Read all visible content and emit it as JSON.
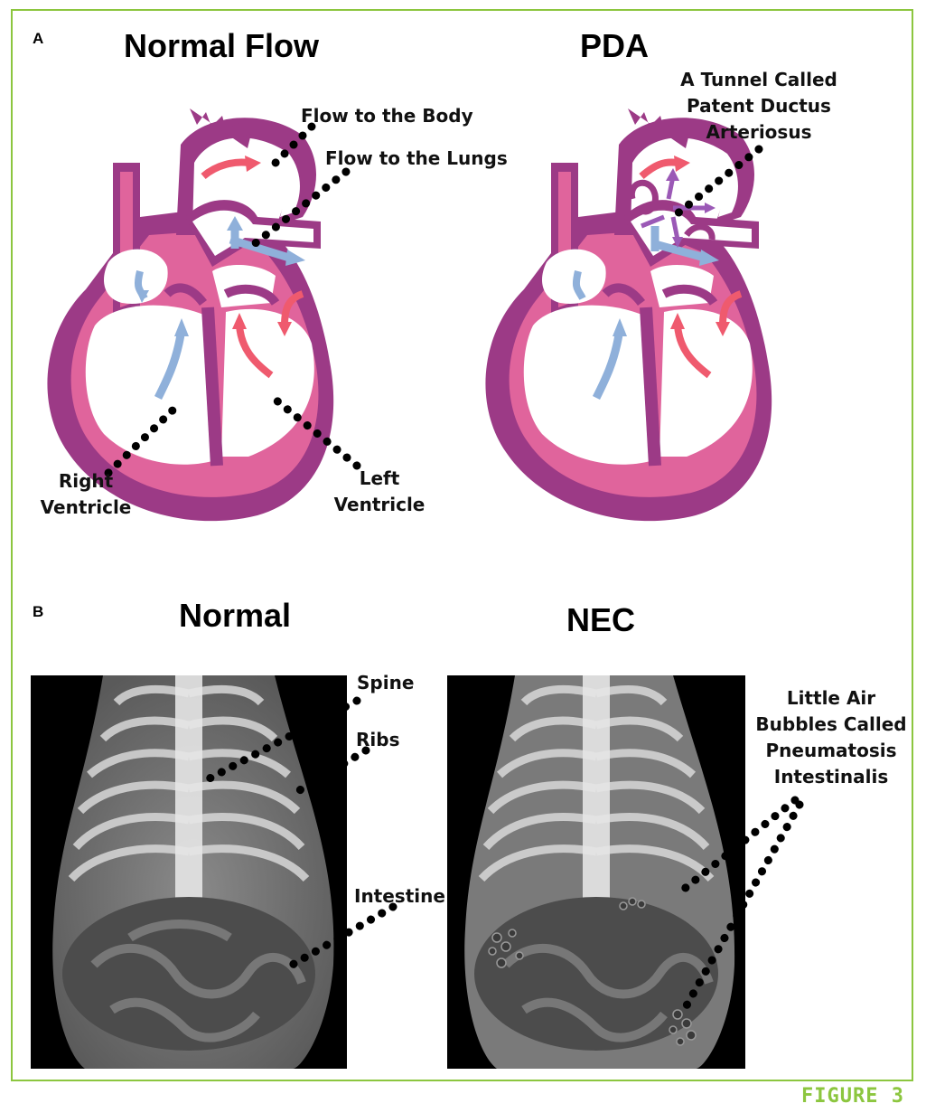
{
  "panel_a": {
    "letter": "A",
    "left_title": "Normal Flow",
    "right_title": "PDA",
    "labels": {
      "flow_body": "Flow to the Body",
      "flow_lungs": "Flow to the Lungs",
      "right_ventricle_1": "Right",
      "right_ventricle_2": "Ventricle",
      "left_ventricle_1": "Left",
      "left_ventricle_2": "Ventricle",
      "pda_1": "A Tunnel Called",
      "pda_2": "Patent Ductus",
      "pda_3": "Arteriosus"
    }
  },
  "panel_b": {
    "letter": "B",
    "left_title": "Normal",
    "right_title": "NEC",
    "labels": {
      "spine": "Spine",
      "ribs": "Ribs",
      "intestine": "Intestine",
      "nec_1": "Little Air",
      "nec_2": "Bubbles Called",
      "nec_3": "Pneumatosis",
      "nec_4": "Intestinalis"
    }
  },
  "figure_tag": "FIGURE 3",
  "colors": {
    "border": "#8cc63f",
    "heart_dark": "#9c3a86",
    "heart_pink": "#e0649c",
    "oxygen_arrow": "#ef5a6e",
    "deoxygen_arrow": "#8fb0da",
    "pda_arrow": "#9b59b6"
  }
}
